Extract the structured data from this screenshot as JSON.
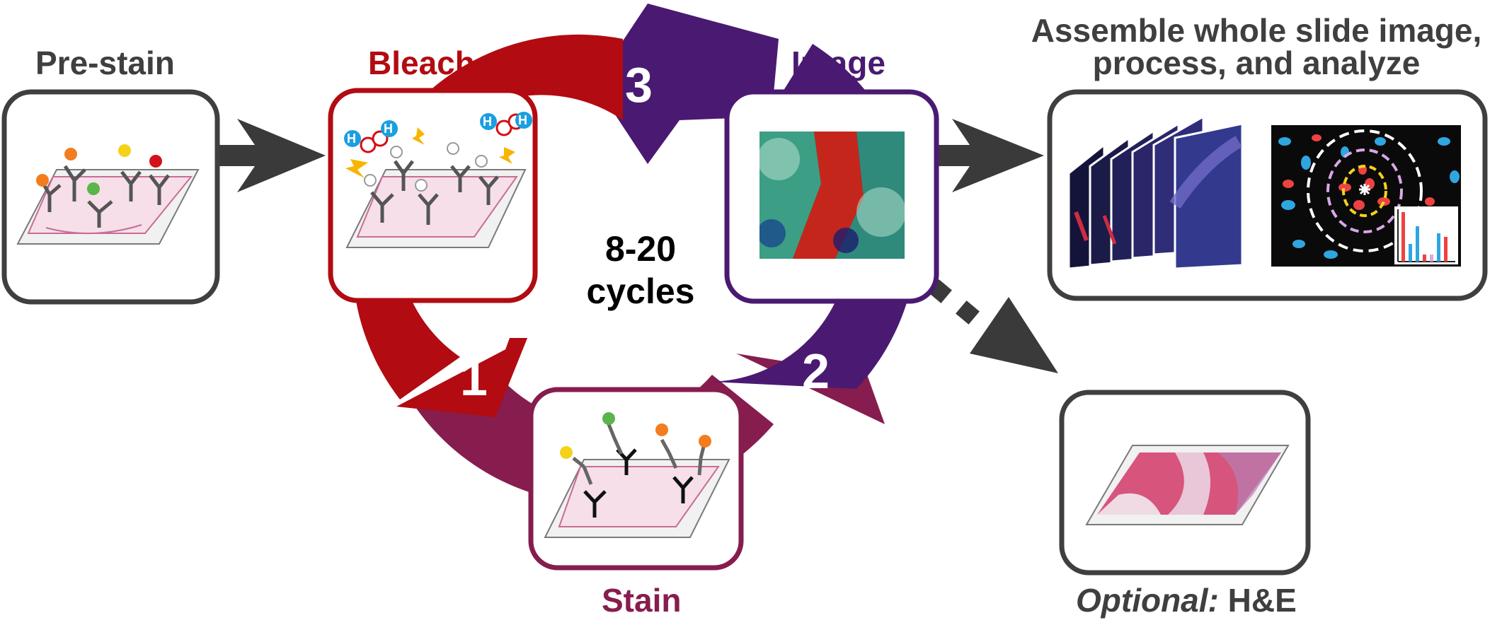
{
  "labels": {
    "prestain": "Pre-stain",
    "bleach": "Bleach",
    "image": "Image",
    "stain": "Stain",
    "assemble_line1": "Assemble whole slide image,",
    "assemble_line2": "process, and analyze",
    "optional_prefix": "Optional:",
    "optional_suffix": " H&E",
    "cycles_line1": "8-20",
    "cycles_line2": "cycles",
    "step1": "1",
    "step2": "2",
    "step3": "3"
  },
  "molecule": {
    "h": "H",
    "o": "O"
  },
  "colors": {
    "gray_box": "#3f3f3f",
    "bleach_red": "#b20b12",
    "image_purple": "#4a1a72",
    "stain_maroon": "#861d4e",
    "arrow_gray": "#3a3a3a",
    "text_gray": "#3f3f3f"
  },
  "icons": [
    "antibody-icon",
    "fluorophore-icon",
    "lightning-icon",
    "hydrogen-peroxide-icon",
    "tissue-slide-icon",
    "bar-chart-icon"
  ]
}
